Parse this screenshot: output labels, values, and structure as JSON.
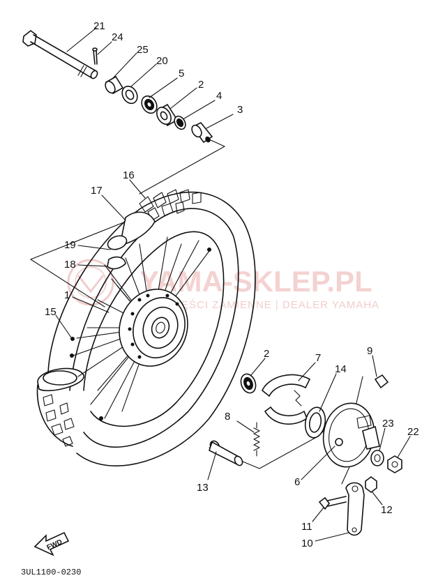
{
  "callouts": {
    "c1": "1",
    "c2a": "2",
    "c2b": "2",
    "c3": "3",
    "c4": "4",
    "c5": "5",
    "c6": "6",
    "c7": "7",
    "c8": "8",
    "c9": "9",
    "c10": "10",
    "c11": "11",
    "c12": "12",
    "c13": "13",
    "c14": "14",
    "c15": "15",
    "c16": "16",
    "c17": "17",
    "c18": "18",
    "c19": "19",
    "c20": "20",
    "c21": "21",
    "c22": "22",
    "c23": "23",
    "c24": "24",
    "c25": "25"
  },
  "drawing_code": "3UL1100-0230",
  "fwd_label": "FWD",
  "watermark": {
    "main": "YAMA-SKLEP.PL",
    "sub": "CZĘŚCI ZAMIENNE | DEALER YAMAHA",
    "color": "#cc3333"
  }
}
